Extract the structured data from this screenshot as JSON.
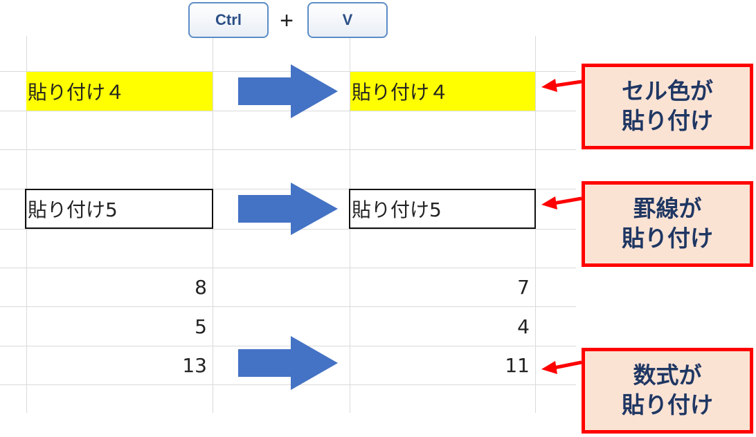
{
  "keys": {
    "ctrl_label": "Ctrl",
    "plus_label": "+",
    "v_label": "V"
  },
  "source": {
    "paste4": "貼り付け４",
    "paste5": "貼り付け5",
    "num1": "8",
    "num2": "5",
    "num3": "13"
  },
  "target": {
    "paste4": "貼り付け４",
    "paste5": "貼り付け5",
    "num1": "7",
    "num2": "4",
    "num3": "11"
  },
  "callouts": {
    "cell_color": {
      "line1": "セル色が",
      "line2": "貼り付け"
    },
    "border": {
      "line1": "罫線が",
      "line2": "貼り付け"
    },
    "formula": {
      "line1": "数式が",
      "line2": "貼り付け"
    }
  },
  "colors": {
    "arrow_fill": "#4472c4",
    "callout_border": "#ff0000",
    "callout_fill": "#fbe3d4",
    "callout_text": "#1f3763",
    "cell_highlight": "#ffff00"
  }
}
